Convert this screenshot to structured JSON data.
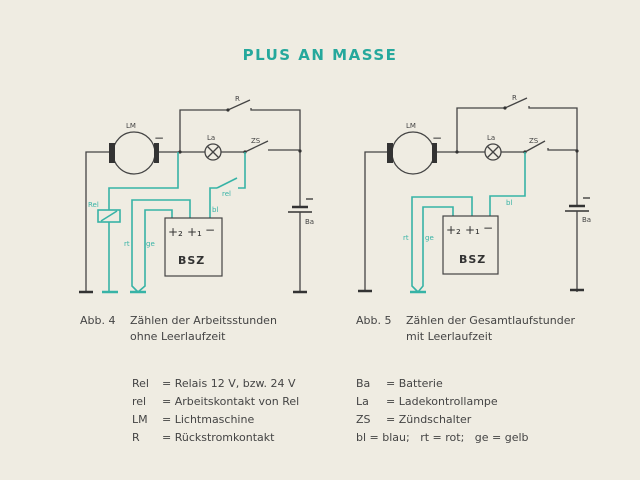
{
  "title": "PLUS AN MASSE",
  "diagram_labels": {
    "lm": "LM",
    "la": "La",
    "r": "R",
    "zs": "ZS",
    "ba": "Ba",
    "rel_coil": "Rel",
    "rel_contact": "rel",
    "rt": "rt",
    "ge": "ge",
    "bl": "bl",
    "bsz": "BSZ",
    "plus2": "+₂",
    "plus1": "+₁",
    "minus": "−",
    "neg": "−"
  },
  "figures": [
    {
      "number": "Abb. 4",
      "caption_line1": "Zählen der Arbeitsstunden",
      "caption_line2": "ohne Leerlaufzeit"
    },
    {
      "number": "Abb. 5",
      "caption_line1": "Zählen der Gesamtlaufstunder",
      "caption_line2": "mit Leerlaufzeit"
    }
  ],
  "legend_left": [
    {
      "key": "Rel",
      "value": "= Relais 12 V, bzw. 24 V"
    },
    {
      "key": "rel",
      "value": "= Arbeitskontakt von Rel"
    },
    {
      "key": "LM",
      "value": "= Lichtmaschine"
    },
    {
      "key": "R",
      "value": "= Rückstromkontakt"
    }
  ],
  "legend_right": [
    {
      "key": "Ba",
      "value": "= Batterie"
    },
    {
      "key": "La",
      "value": "= Ladekontrollampe"
    },
    {
      "key": "ZS",
      "value": "= Zündschalter"
    },
    {
      "key": "",
      "value": "bl = blau;   rt = rot;   ge = gelb"
    }
  ],
  "colors": {
    "accent": "#25a89c",
    "wire": "#444444",
    "paper": "#efece2"
  }
}
